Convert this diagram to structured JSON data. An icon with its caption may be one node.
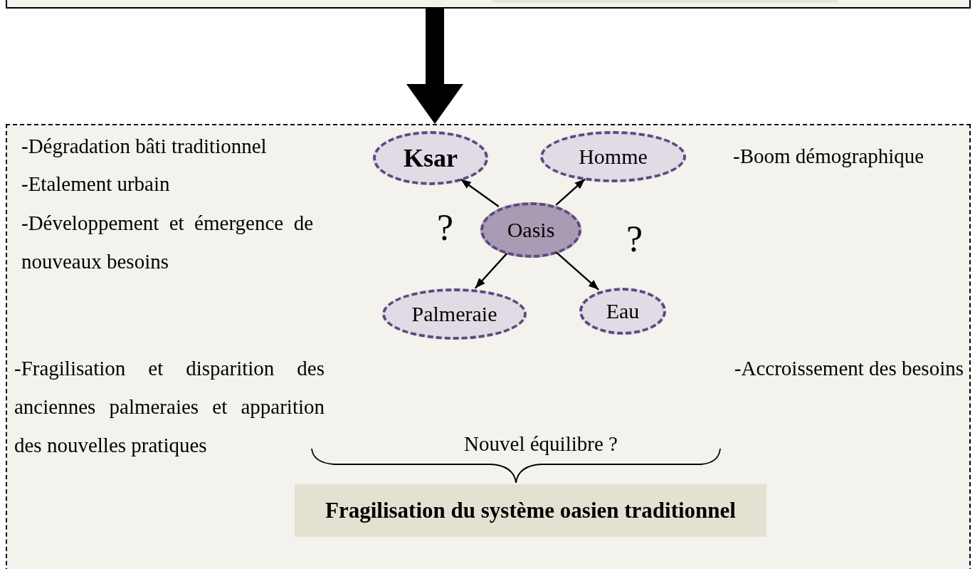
{
  "diagram": {
    "nodes": [
      {
        "text": [],
        "shape": "box"
      },
      {
        "text": [],
        "shape": "box"
      },
      {
        "text": [
          "Ksar"
        ],
        "in": 1
      },
      {
        "text": [
          "Homme"
        ],
        "in": 1
      },
      {
        "text": [
          "Oasis"
        ],
        "in": 1
      },
      {
        "text": [
          "Palmeraie"
        ],
        "in": 1
      },
      {
        "text": [
          "Eau"
        ],
        "in": 1
      },
      {
        "text": [
          "Fragilisation du système oasien traditionnel"
        ],
        "in": 1
      }
    ],
    "edges": [
      {
        "from": 0,
        "to": 1,
        "arrow": "to",
        "style": "thick"
      },
      {
        "from": 4,
        "to": 2,
        "arrow": "to"
      },
      {
        "from": 4,
        "to": 3,
        "arrow": "to"
      },
      {
        "from": 4,
        "to": 5,
        "arrow": "to"
      },
      {
        "from": 4,
        "to": 6,
        "arrow": "to"
      }
    ],
    "labels": [
      "-Dégradation bâti traditionnel",
      "-Boom démographique",
      "-Etalement urbain",
      "-Développement et émergence de nouveaux besoins",
      "?",
      "?",
      "-Fragilisation et disparition des anciennes palmeraies et apparition des nouvelles pratiques",
      "-Accroissement des besoins",
      "Nouvel équilibre ?"
    ]
  }
}
